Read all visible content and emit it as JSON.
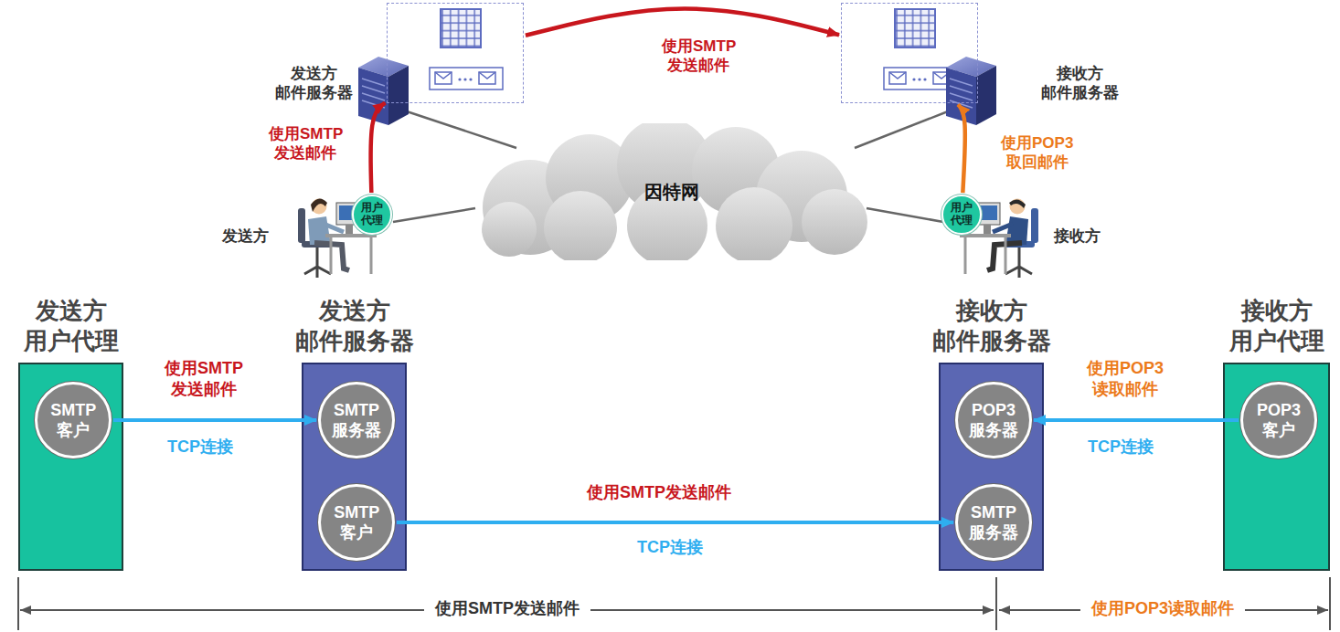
{
  "diagram": {
    "nodes": [
      {
        "text": [
          "发送方 邮件服务器"
        ]
      },
      {
        "text": [
          "接收方 邮件服务器"
        ]
      },
      {
        "text": [
          "因特网"
        ]
      },
      {
        "text": [
          "用户 代理"
        ]
      },
      {
        "text": [
          "用户 代理"
        ]
      },
      {
        "text": [
          "发送方 用户代理"
        ]
      },
      {
        "text": [
          "SMTP 客户"
        ],
        "in": 5
      },
      {
        "text": [
          "发送方 邮件服务器"
        ]
      },
      {
        "text": [
          "SMTP 服务器"
        ],
        "in": 7
      },
      {
        "text": [
          "SMTP 客户"
        ],
        "in": 7
      },
      {
        "text": [
          "接收方 邮件服务器"
        ]
      },
      {
        "text": [
          "POP3 服务器"
        ],
        "in": 10
      },
      {
        "text": [
          "SMTP 服务器"
        ],
        "in": 10
      },
      {
        "text": [
          "接收方 用户代理"
        ]
      },
      {
        "text": [
          "POP3 客户"
        ],
        "in": 13
      }
    ],
    "edges": [
      {
        "from": 3,
        "to": 0,
        "arrow": "to",
        "label": "使用SMTP 发送邮件"
      },
      {
        "from": 0,
        "to": 1,
        "arrow": "to",
        "label": "使用SMTP 发送邮件"
      },
      {
        "from": 4,
        "to": 1,
        "arrow": "to",
        "label": "使用POP3 取回邮件"
      },
      {
        "from": 6,
        "to": 8,
        "arrow": "to",
        "label": "使用SMTP 发送邮件"
      },
      {
        "from": 9,
        "to": 12,
        "arrow": "to",
        "label": "使用SMTP发送邮件"
      },
      {
        "from": 14,
        "to": 11,
        "arrow": "to",
        "label": "使用POP3 读取邮件"
      }
    ],
    "labels": [
      "发送方",
      "接收方",
      "TCP连接",
      "TCP连接",
      "TCP连接",
      "使用SMTP发送邮件",
      "使用POP3读取邮件"
    ]
  }
}
